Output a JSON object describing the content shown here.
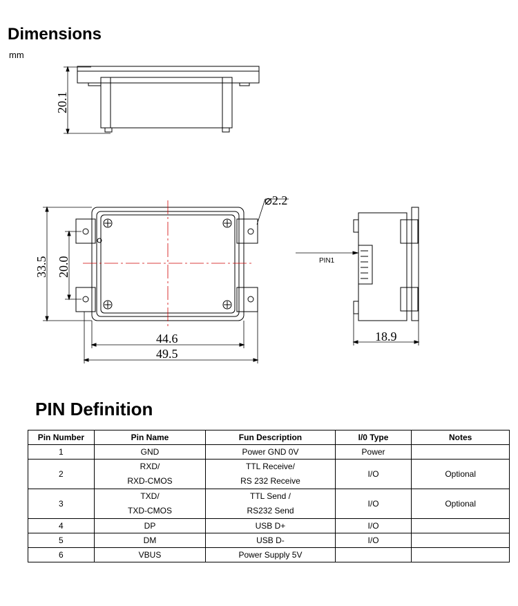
{
  "header": {
    "title": "Dimensions",
    "unit": "mm"
  },
  "drawing": {
    "height_label": "20.1",
    "hole_label": "⌀2.2",
    "total_height_label": "33.5",
    "hole_spacing_label": "20.0",
    "inner_width_label": "44.6",
    "total_width_label": "49.5",
    "depth_label": "18.9",
    "pin_label": "PIN1"
  },
  "pin_section": {
    "title": "PIN Definition",
    "columns": [
      "Pin Number",
      "Pin Name",
      "Fun Description",
      "I/0 Type",
      "Notes"
    ],
    "rows": [
      {
        "number": "1",
        "name": [
          "GND"
        ],
        "desc": [
          "Power GND 0V"
        ],
        "io": "Power",
        "notes": ""
      },
      {
        "number": "2",
        "name": [
          "RXD/",
          "RXD-CMOS"
        ],
        "desc": [
          "TTL Receive/",
          "RS 232 Receive"
        ],
        "io": "I/O",
        "notes": "Optional"
      },
      {
        "number": "3",
        "name": [
          "TXD/",
          "TXD-CMOS"
        ],
        "desc": [
          "TTL Send /",
          "RS232 Send"
        ],
        "io": "I/O",
        "notes": "Optional"
      },
      {
        "number": "4",
        "name": [
          "DP"
        ],
        "desc": [
          "USB D+"
        ],
        "io": "I/O",
        "notes": ""
      },
      {
        "number": "5",
        "name": [
          "DM"
        ],
        "desc": [
          "USB D-"
        ],
        "io": "I/O",
        "notes": ""
      },
      {
        "number": "6",
        "name": [
          "VBUS"
        ],
        "desc": [
          "Power Supply 5V"
        ],
        "io": "",
        "notes": ""
      }
    ]
  }
}
